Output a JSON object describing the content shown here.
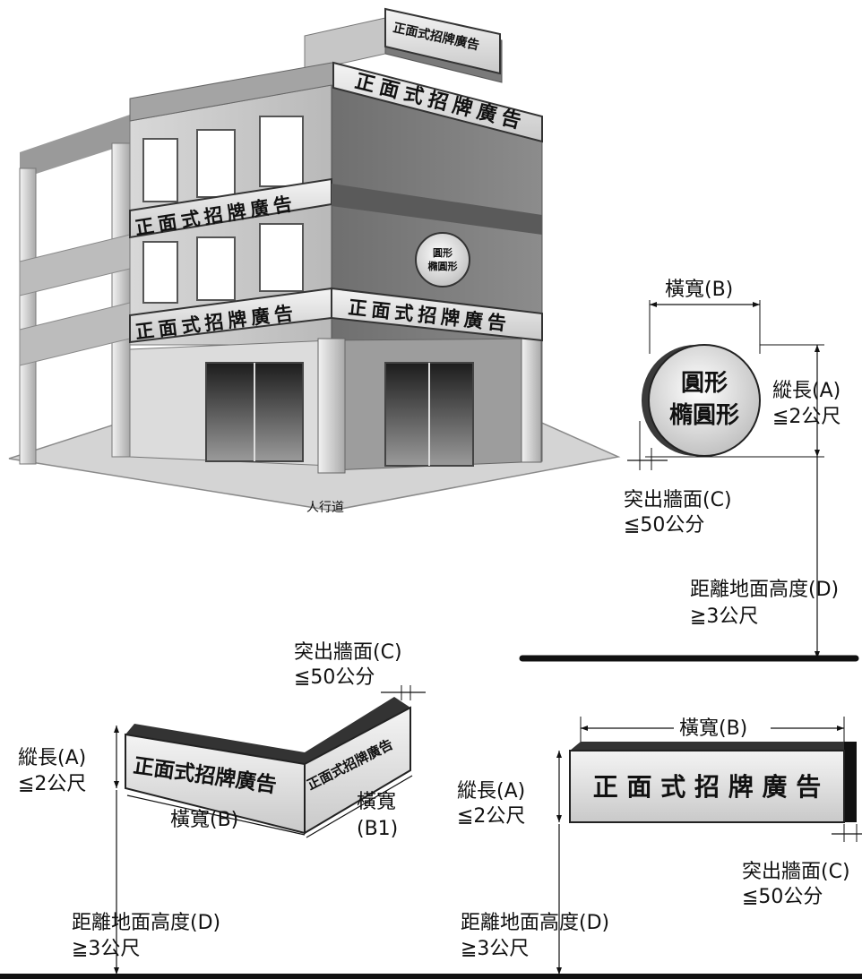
{
  "building": {
    "sign_text": "正面式招牌廣告",
    "round_sign_line1": "圓形",
    "round_sign_line2": "橢圓形",
    "sidewalk": "人行道"
  },
  "round_sign": {
    "line1": "圓形",
    "line2": "橢圓形",
    "width_label": "橫寬(B)",
    "height_label": "縱長(A)",
    "height_limit": "≦2公尺",
    "protrude_label": "突出牆面(C)",
    "protrude_limit": "≦50公分",
    "ground_label": "距離地面高度(D)",
    "ground_limit": "≧3公尺"
  },
  "corner_sign": {
    "front_text": "正面式招牌廣告",
    "side_text": "正面式招牌廣告",
    "protrude_label": "突出牆面(C)",
    "protrude_limit": "≦50公分",
    "height_label": "縱長(A)",
    "height_limit": "≦2公尺",
    "width_label": "橫寬(B)",
    "width2_label_line1": "橫寬",
    "width2_label_line2": "(B1)",
    "ground_label": "距離地面高度(D)",
    "ground_limit": "≧3公尺"
  },
  "flat_sign": {
    "text": "正 面 式 招 牌 廣 告",
    "width_label": "橫寬(B)",
    "height_label": "縱長(A)",
    "height_limit": "≦2公尺",
    "protrude_label": "突出牆面(C)",
    "protrude_limit": "≦50公分",
    "ground_label": "距離地面高度(D)",
    "ground_limit": "≧3公尺"
  }
}
